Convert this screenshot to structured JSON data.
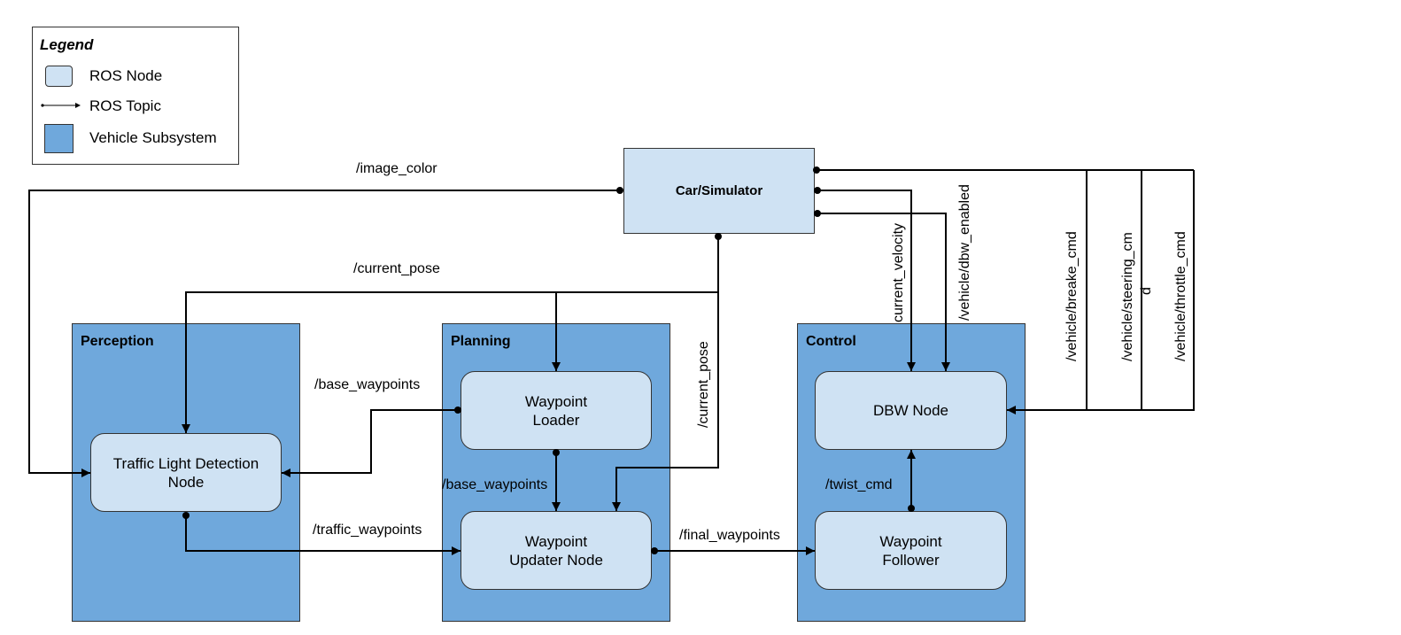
{
  "legend": {
    "title": "Legend",
    "ros_node": "ROS Node",
    "ros_topic": "ROS Topic",
    "vehicle_subsystem": "Vehicle Subsystem"
  },
  "subsystems": {
    "perception": "Perception",
    "planning": "Planning",
    "control": "Control"
  },
  "nodes": {
    "car_simulator": "Car/Simulator",
    "tl_detection_line1": "Traffic Light Detection",
    "tl_detection_line2": "Node",
    "waypoint_loader_line1": "Waypoint",
    "waypoint_loader_line2": "Loader",
    "waypoint_updater_line1": "Waypoint",
    "waypoint_updater_line2": "Updater Node",
    "dbw_node": "DBW Node",
    "waypoint_follower_line1": "Waypoint",
    "waypoint_follower_line2": "Follower"
  },
  "topics": {
    "image_color": "/image_color",
    "current_pose_top": "/current_pose",
    "base_waypoints_left": "/base_waypoints",
    "base_waypoints_mid": "/base_waypoints",
    "traffic_waypoints": "/traffic_waypoints",
    "final_waypoints": "/final_waypoints",
    "current_pose_vertical": "/current_pose",
    "current_velocity": "current_velocity",
    "dbw_enabled": "/vehicle/dbw_enabled",
    "twist_cmd": "/twist_cmd",
    "breake_cmd": "/vehicle/breake_cmd",
    "steering_cmd_line1": "/vehicle/steering_cm",
    "steering_cmd_line2": "d",
    "throttle_cmd": "/vehicle/throttle_cmd"
  },
  "colors": {
    "subsystem": "#6fa8dc",
    "node": "#cfe2f3",
    "wire": "#000000"
  }
}
